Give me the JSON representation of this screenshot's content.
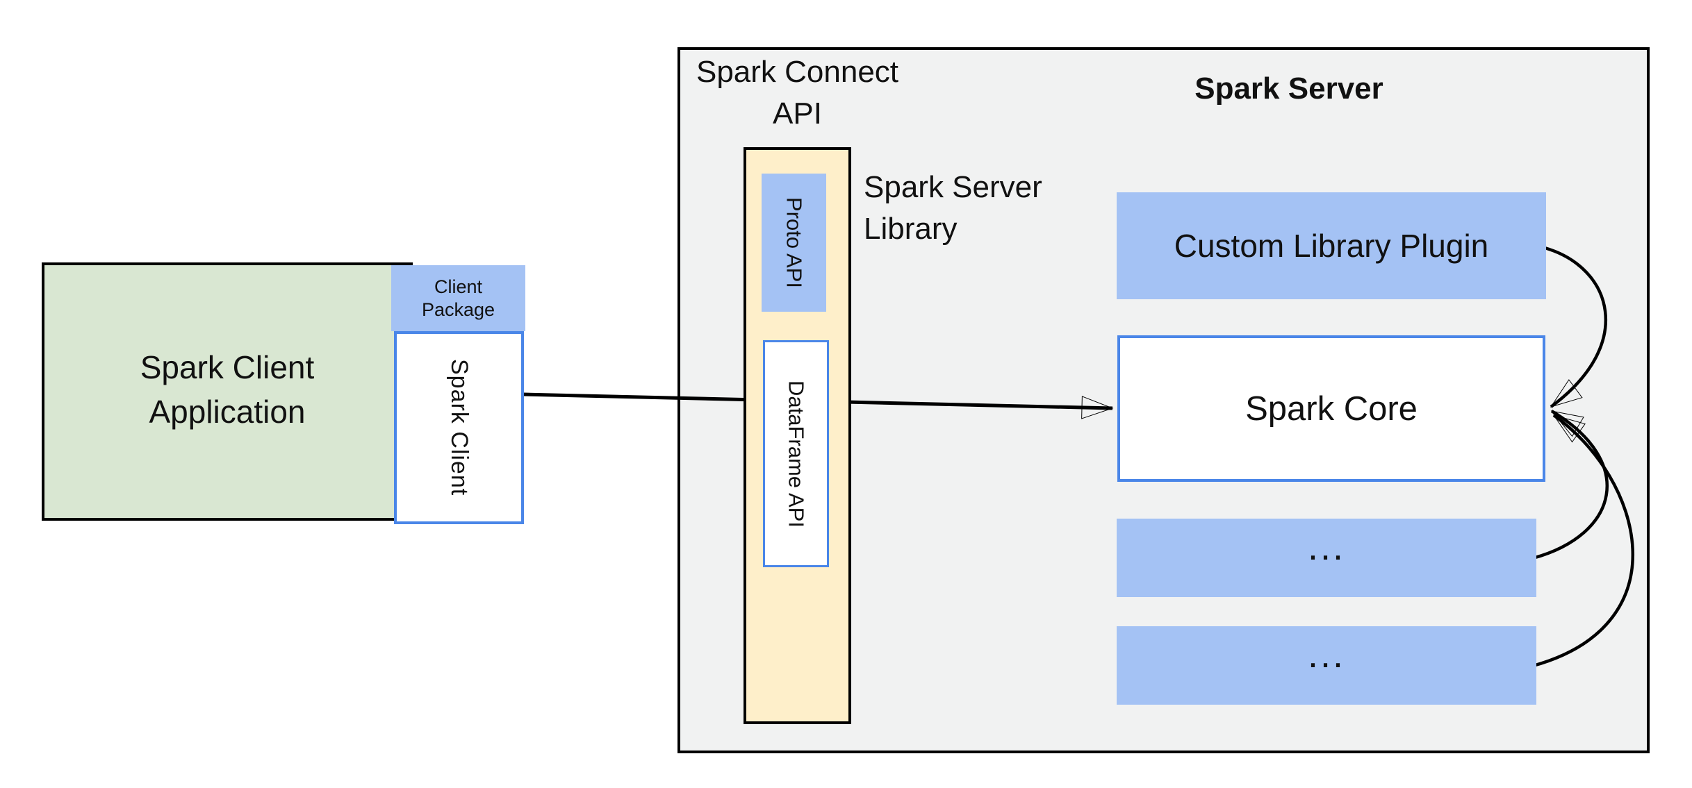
{
  "client": {
    "application_label": "Spark Client Application",
    "package_label": "Client Package",
    "spark_client_label": "Spark Client"
  },
  "connect_api": {
    "label": "Spark Connect API",
    "proto_api_label": "Proto API",
    "dataframe_api_label": "DataFrame API",
    "server_library_label": "Spark Server Library"
  },
  "server": {
    "title": "Spark Server",
    "custom_plugin_label": "Custom Library Plugin",
    "spark_core_label": "Spark Core",
    "module_placeholder_top": "...",
    "module_placeholder_bottom": "..."
  },
  "colors": {
    "client_app_fill": "#d9e7d2",
    "blue_fill": "#a4c2f4",
    "blue_border": "#4a86e8",
    "library_fill": "#feefca",
    "server_fill": "#f1f2f2",
    "box_border": "#000000",
    "arrow": "#000000"
  }
}
